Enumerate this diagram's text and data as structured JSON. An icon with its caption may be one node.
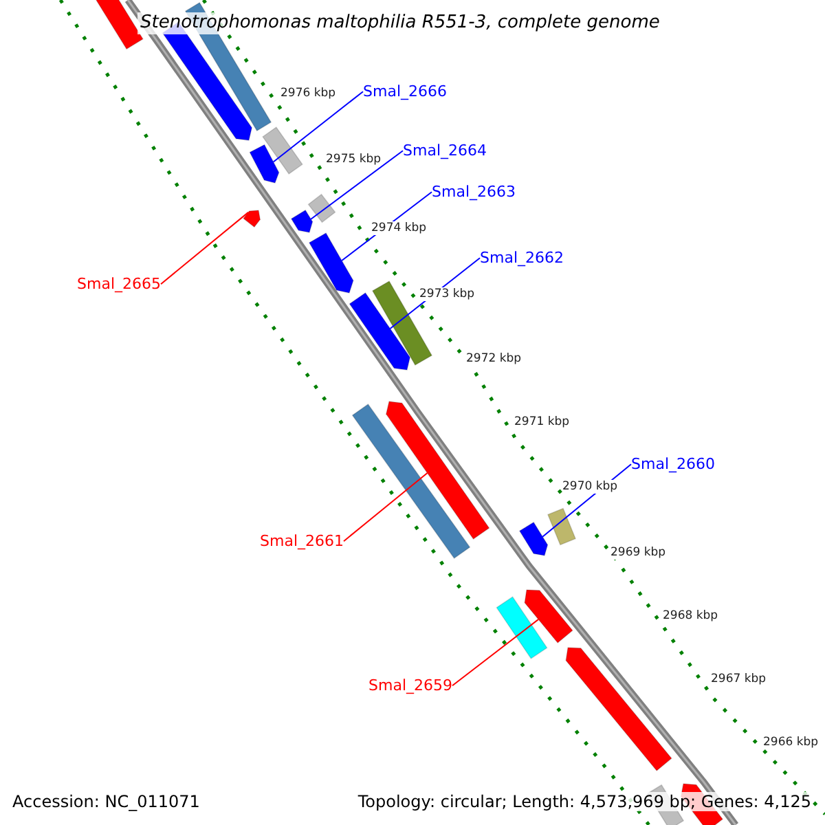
{
  "diagram": {
    "title": "Stenotrophomonas maltophilia R551-3, complete genome",
    "nodes": [
      {
        "text": [
          "Smal_2666"
        ]
      },
      {
        "text": [
          "Smal_2664"
        ]
      },
      {
        "text": [
          "Smal_2663"
        ]
      },
      {
        "text": [
          "Smal_2662"
        ]
      },
      {
        "text": [
          "Smal_2665"
        ]
      },
      {
        "text": [
          "Smal_2660"
        ]
      },
      {
        "text": [
          "Smal_2661"
        ]
      },
      {
        "text": [
          "Smal_2659"
        ]
      },
      {
        "text": [],
        "shape": "arrow"
      },
      {
        "text": [],
        "shape": "bar"
      },
      {
        "text": [],
        "shape": "arrow"
      },
      {
        "text": [],
        "shape": "bar"
      },
      {
        "text": [],
        "shape": "arrow"
      },
      {
        "text": [],
        "shape": "bar"
      },
      {
        "text": [],
        "shape": "arrow"
      },
      {
        "text": [],
        "shape": "arrow"
      },
      {
        "text": [],
        "shape": "arrow"
      },
      {
        "text": [],
        "shape": "bar"
      },
      {
        "text": [],
        "shape": "arrow"
      },
      {
        "text": [],
        "shape": "arrow"
      },
      {
        "text": [],
        "shape": "bar"
      },
      {
        "text": [],
        "shape": "bar"
      },
      {
        "text": [],
        "shape": "arrow"
      },
      {
        "text": [],
        "shape": "arrow"
      },
      {
        "text": [],
        "shape": "bar"
      },
      {
        "text": [],
        "shape": "arrow"
      },
      {
        "text": [],
        "shape": "arrow"
      },
      {
        "text": [],
        "shape": "bar"
      }
    ],
    "edges": [
      {
        "from": 0,
        "to": 12,
        "arrow": "none"
      },
      {
        "from": 1,
        "to": 15,
        "arrow": "none"
      },
      {
        "from": 2,
        "to": 16,
        "arrow": "none"
      },
      {
        "from": 3,
        "to": 18,
        "arrow": "none"
      },
      {
        "from": 4,
        "to": 14,
        "arrow": "none",
        "color": "#ff0000"
      },
      {
        "from": 5,
        "to": 22,
        "arrow": "none"
      },
      {
        "from": 6,
        "to": 19,
        "arrow": "none",
        "color": "#ff0000"
      },
      {
        "from": 7,
        "to": 23,
        "arrow": "none",
        "color": "#ff0000"
      }
    ],
    "labels": [
      "2976 kbp",
      "2975 kbp",
      "2974 kbp",
      "2973 kbp",
      "2972 kbp",
      "2971 kbp",
      "2970 kbp",
      "2969 kbp",
      "2968 kbp",
      "2967 kbp",
      "2966 kbp",
      "Accession: NC_011071",
      "Topology: circular; Length: 4,573,969 bp; Genes: 4,125"
    ]
  }
}
